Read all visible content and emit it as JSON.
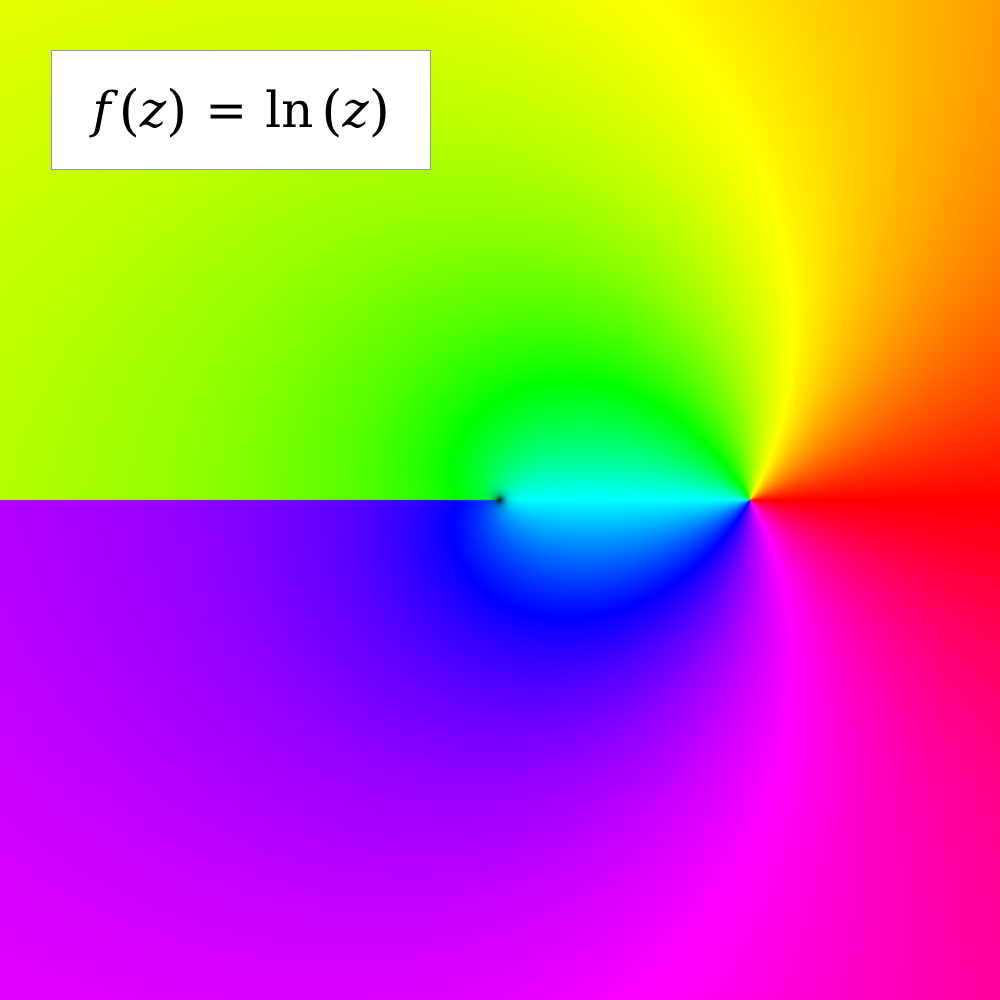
{
  "figure": {
    "function_name": "f",
    "variable": "z",
    "operator": "ln",
    "equals": "=",
    "open_paren": "(",
    "close_paren": ")"
  },
  "plot": {
    "coloring": "domain coloring: hue = argument of f(z), brightness rises with |z|",
    "branch_cut": "negative real axis",
    "x_range": [
      -2,
      2
    ],
    "y_range": [
      -2,
      2
    ]
  }
}
